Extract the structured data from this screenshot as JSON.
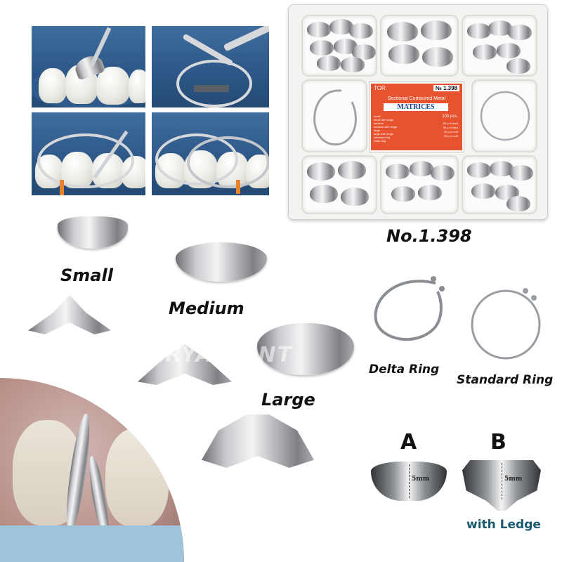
{
  "product": {
    "model_number": "No.1.398",
    "watermark": "ARYA-DENT"
  },
  "box_label": {
    "brand": "TOR",
    "number": "№ 1.398",
    "subtitle": "Sectional Contoured Metal",
    "title": "MATRICES",
    "pieces": "100 pcs.",
    "contents": [
      "small",
      "small with ledge",
      "medium",
      "medium with ledge",
      "large",
      "large with ledge",
      "standard ring",
      "Delta ring"
    ],
    "specs": [
      "50 μ m hard",
      "35 μ m hard",
      "35 μ m soft",
      "38 μ m soft"
    ]
  },
  "sizes": {
    "small": "Small",
    "medium": "Medium",
    "large": "Large"
  },
  "rings": {
    "delta": "Delta Ring",
    "standard": "Standard Ring"
  },
  "types": {
    "a": "A",
    "b": "B",
    "dimension": "5mm",
    "ledge": "with Ledge"
  },
  "colors": {
    "photo_blue": "#2c5686",
    "label_red": "#e7522f",
    "ledge_text": "#1a5a6e",
    "steel": "#c9cbce"
  }
}
